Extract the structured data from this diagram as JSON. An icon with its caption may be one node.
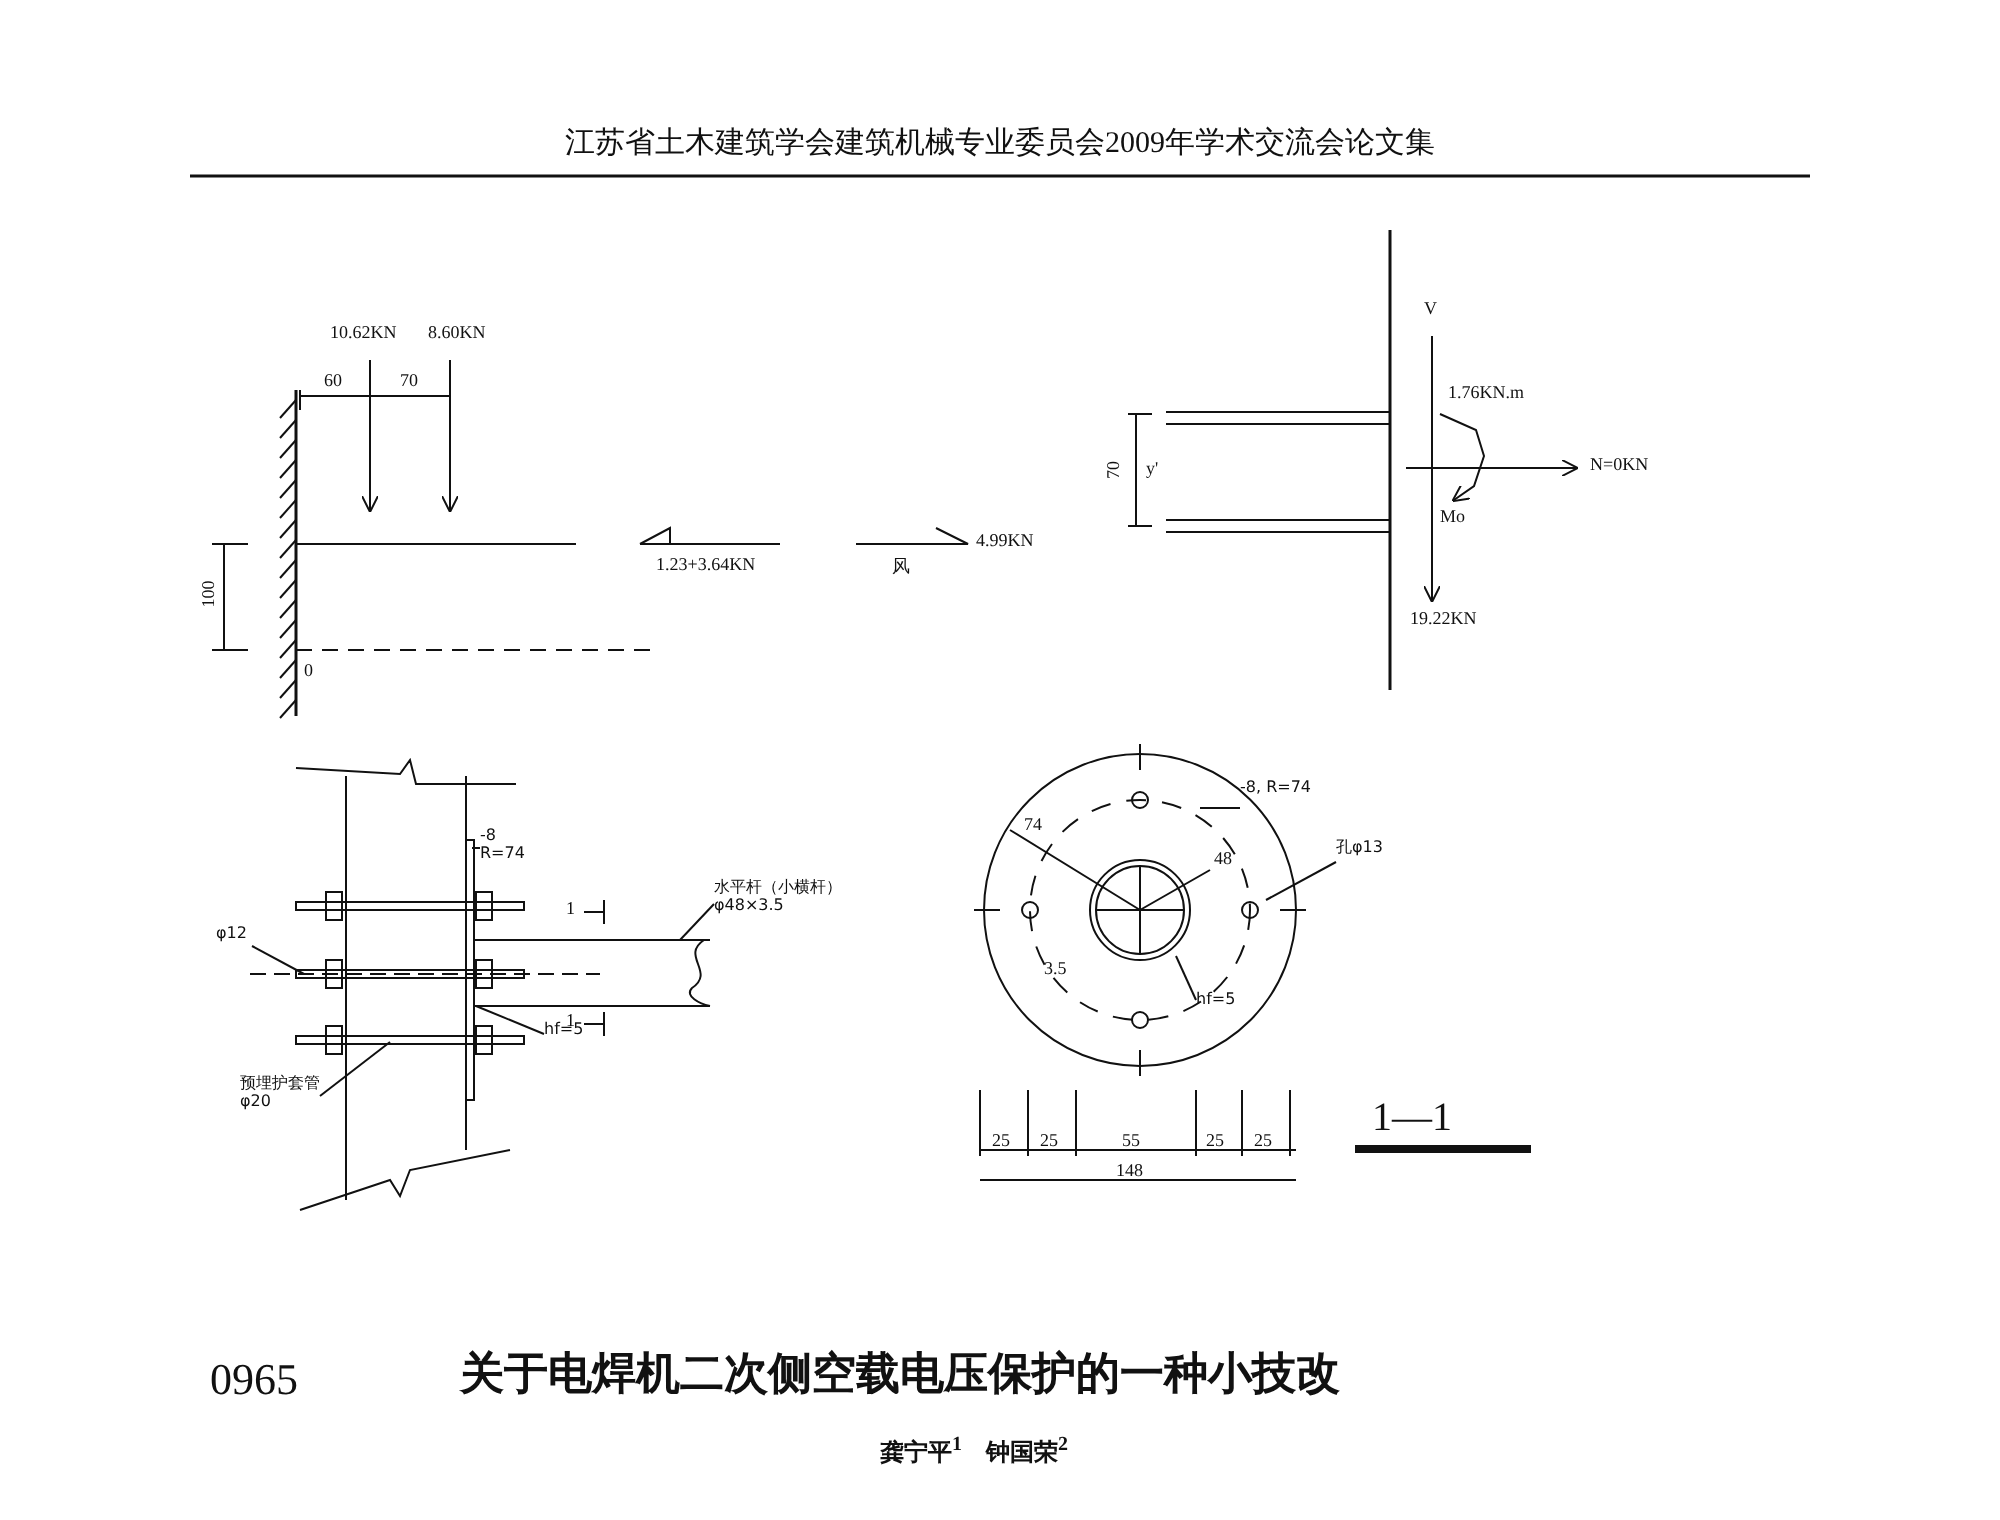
{
  "diagram": {
    "title": "江苏省土木建筑学会建筑机械专业委员会2009年学术交流会论文集",
    "nodes": [
      {
        "text": [
          "-8 R=74"
        ]
      },
      {
        "text": [
          "水平杆（小横杆） φ48×3.5"
        ]
      },
      {
        "text": [
          "φ12"
        ]
      },
      {
        "text": [
          "预埋护套管 φ20"
        ]
      },
      {
        "text": [
          "hf=5"
        ]
      },
      {
        "text": [
          "-8, R=74"
        ]
      },
      {
        "text": [
          "孔φ13"
        ]
      },
      {
        "text": [
          "hf=5"
        ]
      }
    ],
    "edges": [
      {
        "from": 0,
        "to": null,
        "arrow": "none"
      },
      {
        "from": 1,
        "to": null,
        "arrow": "none"
      },
      {
        "from": 2,
        "to": null,
        "arrow": "none"
      },
      {
        "from": 3,
        "to": null,
        "arrow": "none"
      },
      {
        "from": 4,
        "to": null,
        "arrow": "none"
      },
      {
        "from": 5,
        "to": null,
        "arrow": "none"
      },
      {
        "from": 6,
        "to": null,
        "arrow": "none"
      },
      {
        "from": 7,
        "to": null,
        "arrow": "none"
      }
    ],
    "labels": [
      "10.62KN",
      "8.60KN",
      "60",
      "70",
      "100",
      "0",
      "1.23+3.64KN",
      "风",
      "4.99KN",
      "70",
      "y'",
      "V",
      "1.76KN.m",
      "N=0KN",
      "Mo",
      "19.22KN",
      "1",
      "1",
      "74",
      "48",
      "3.5",
      "25",
      "25",
      "55",
      "25",
      "25",
      "148",
      "1—1",
      "0965",
      "关于电焊机二次侧空载电压保护的一种小技改",
      "龚宁平$^{1}$　钟国荣$^{2}$"
    ]
  }
}
